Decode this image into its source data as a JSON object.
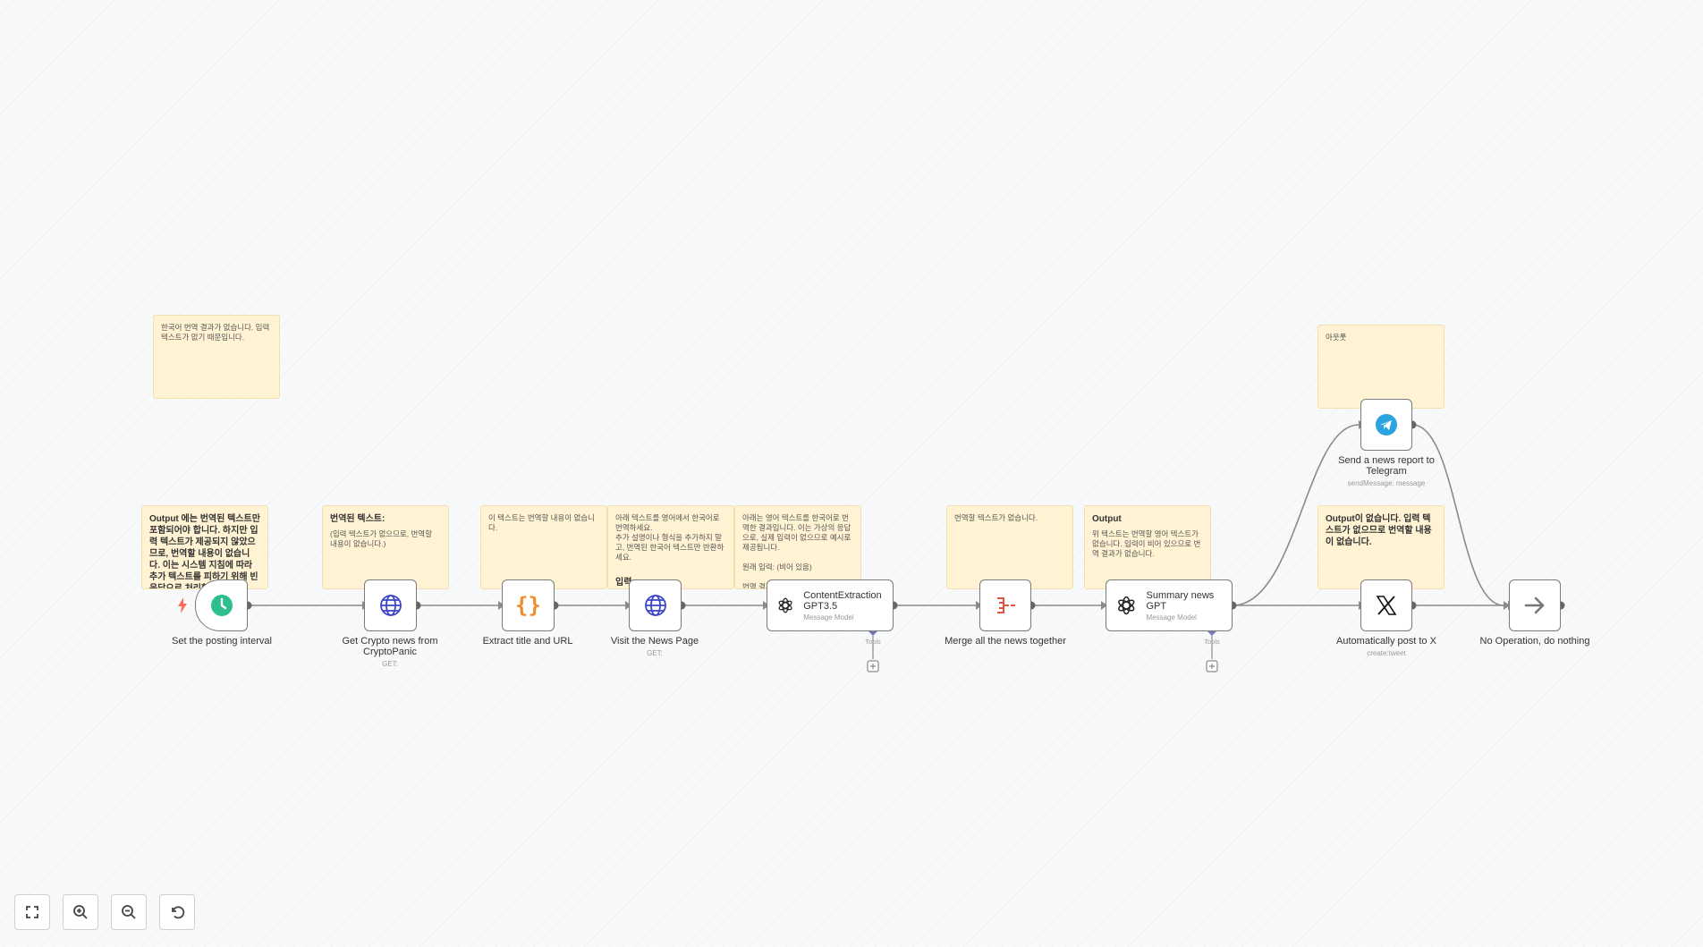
{
  "notes": {
    "note1": {
      "title": "",
      "body": "한국어 번역 결과가 없습니다. 입력 텍스트가 없기 때문입니다."
    },
    "note2": {
      "title": "Output 에는 번역된 텍스트만 포함되어야 합니다. 하지만 입력 텍스트가 제공되지 않았으므로, 번역할 내용이 없습니다. 이는 시스템 지침에 따라 추가 텍스트를 피하기 위해 빈 응답으로 처리합니다.",
      "body": ""
    },
    "note3": {
      "title": "번역된 텍스트:",
      "body": "(입력 텍스트가 없으므로, 번역할 내용이 없습니다.)"
    },
    "note4": {
      "title": "",
      "body": "이 텍스트는 번역할 내용이 없습니다."
    },
    "note5": {
      "title": "",
      "body": "아래 텍스트를 영어에서 한국어로 번역하세요.\n추가 설명이나 형식을 추가하지 말고, 번역된 한국어 텍스트만 반환하세요.",
      "footer": "입력"
    },
    "note6": {
      "title": "",
      "body": "아래는 영어 텍스트를 한국어로 번역한 결과입니다. 이는 가상의 응답으로, 실제 입력이 없으므로 예시로 제공됩니다.\n\n원래 입력: (비어 있음)\n\n번역 결과: (비어 있음)"
    },
    "note7": {
      "title": "",
      "body": "번역할 텍스트가 없습니다."
    },
    "note8": {
      "title": "Output",
      "body": "위 텍스트는 번역할 영어 텍스트가 없습니다. 입력이 비어 있으므로 번역 결과가 없습니다."
    },
    "note9": {
      "title": "",
      "body": "아웃풋"
    },
    "note10": {
      "title": "Output이 없습니다. 입력 텍스트가 없으므로 번역할 내용이 없습니다.",
      "body": ""
    }
  },
  "nodes": {
    "schedule": {
      "name": "Set the posting interval",
      "icon": "clock-icon"
    },
    "get_news": {
      "name": "Get Crypto news from CryptoPanic",
      "subtitle": "GET:",
      "icon": "globe-icon"
    },
    "extract": {
      "name": "Extract title and URL",
      "icon": "braces-icon"
    },
    "visit": {
      "name": "Visit the News Page",
      "subtitle": "GET:",
      "icon": "globe-icon"
    },
    "content_extraction": {
      "name": "ContentExtraction GPT3.5",
      "subtitle": "Message Model",
      "icon": "openai-icon",
      "port_label": "Tools"
    },
    "merge": {
      "name": "Merge all the news together",
      "icon": "merge-icon"
    },
    "summary": {
      "name": "Summary news GPT",
      "subtitle": "Message Model",
      "icon": "openai-icon",
      "port_label": "Tools"
    },
    "telegram": {
      "name": "Send a news report to Telegram",
      "subtitle": "sendMessage: message",
      "icon": "telegram-icon"
    },
    "post_x": {
      "name": "Automatically post to X",
      "subtitle": "create:tweet",
      "icon": "x-logo-icon"
    },
    "noop": {
      "name": "No Operation, do nothing",
      "icon": "arrow-right-icon"
    }
  },
  "controls": {
    "fit": "fit-view",
    "zoom_in": "zoom-in",
    "zoom_out": "zoom-out",
    "reset": "reset-zoom"
  },
  "colors": {
    "sticky_bg": "#fff3d3",
    "edge": "#8a8a8a",
    "clock": "#2ebf91",
    "globe": "#3b46c7",
    "braces": "#f08c2a",
    "merge": "#e5513f",
    "telegram": "#2aa3df",
    "trigger_bolt": "#ff6d5a"
  }
}
